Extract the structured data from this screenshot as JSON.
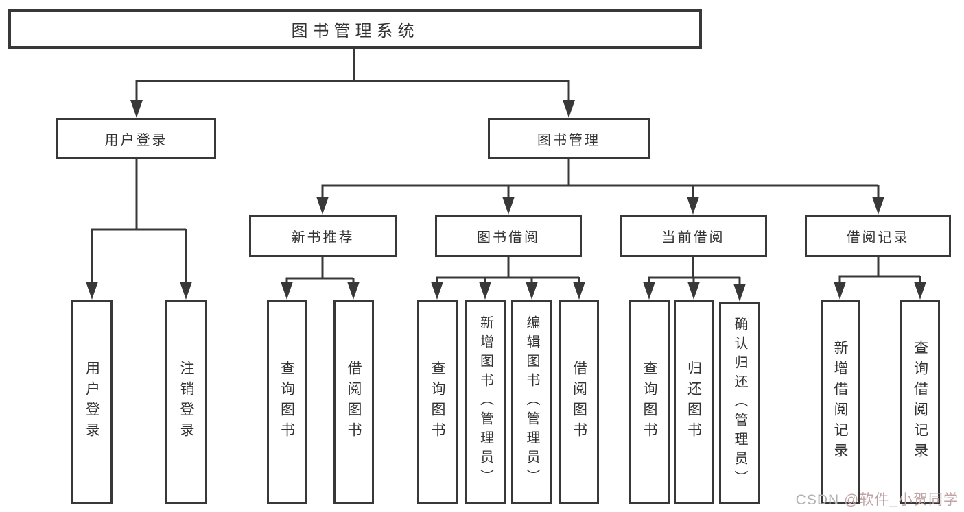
{
  "tree": {
    "label": "图书管理系统",
    "children": [
      {
        "label": "用户登录",
        "children": [
          {
            "label": "用户登录"
          },
          {
            "label": "注销登录"
          }
        ]
      },
      {
        "label": "图书管理",
        "children": [
          {
            "label": "新书推荐",
            "children": [
              {
                "label": "查询图书"
              },
              {
                "label": "借阅图书"
              }
            ]
          },
          {
            "label": "图书借阅",
            "children": [
              {
                "label": "查询图书"
              },
              {
                "label": "新增图书（管理员）"
              },
              {
                "label": "编辑图书（管理员）"
              },
              {
                "label": "借阅图书"
              }
            ]
          },
          {
            "label": "当前借阅",
            "children": [
              {
                "label": "查询图书"
              },
              {
                "label": "归还图书"
              },
              {
                "label": "确认归还（管理员）"
              }
            ]
          },
          {
            "label": "借阅记录",
            "children": [
              {
                "label": "新增借阅记录"
              },
              {
                "label": "查询借阅记录"
              }
            ]
          }
        ]
      }
    ]
  },
  "watermark": {
    "prefix": "CSDN ",
    "user": "@软件_小贺同学"
  },
  "colors": {
    "line": "#383838",
    "box_border": "#383838",
    "text": "#333333",
    "background": "#ffffff",
    "watermark_prefix": "#b0b0b0",
    "watermark_user": "#c0a4a4"
  }
}
